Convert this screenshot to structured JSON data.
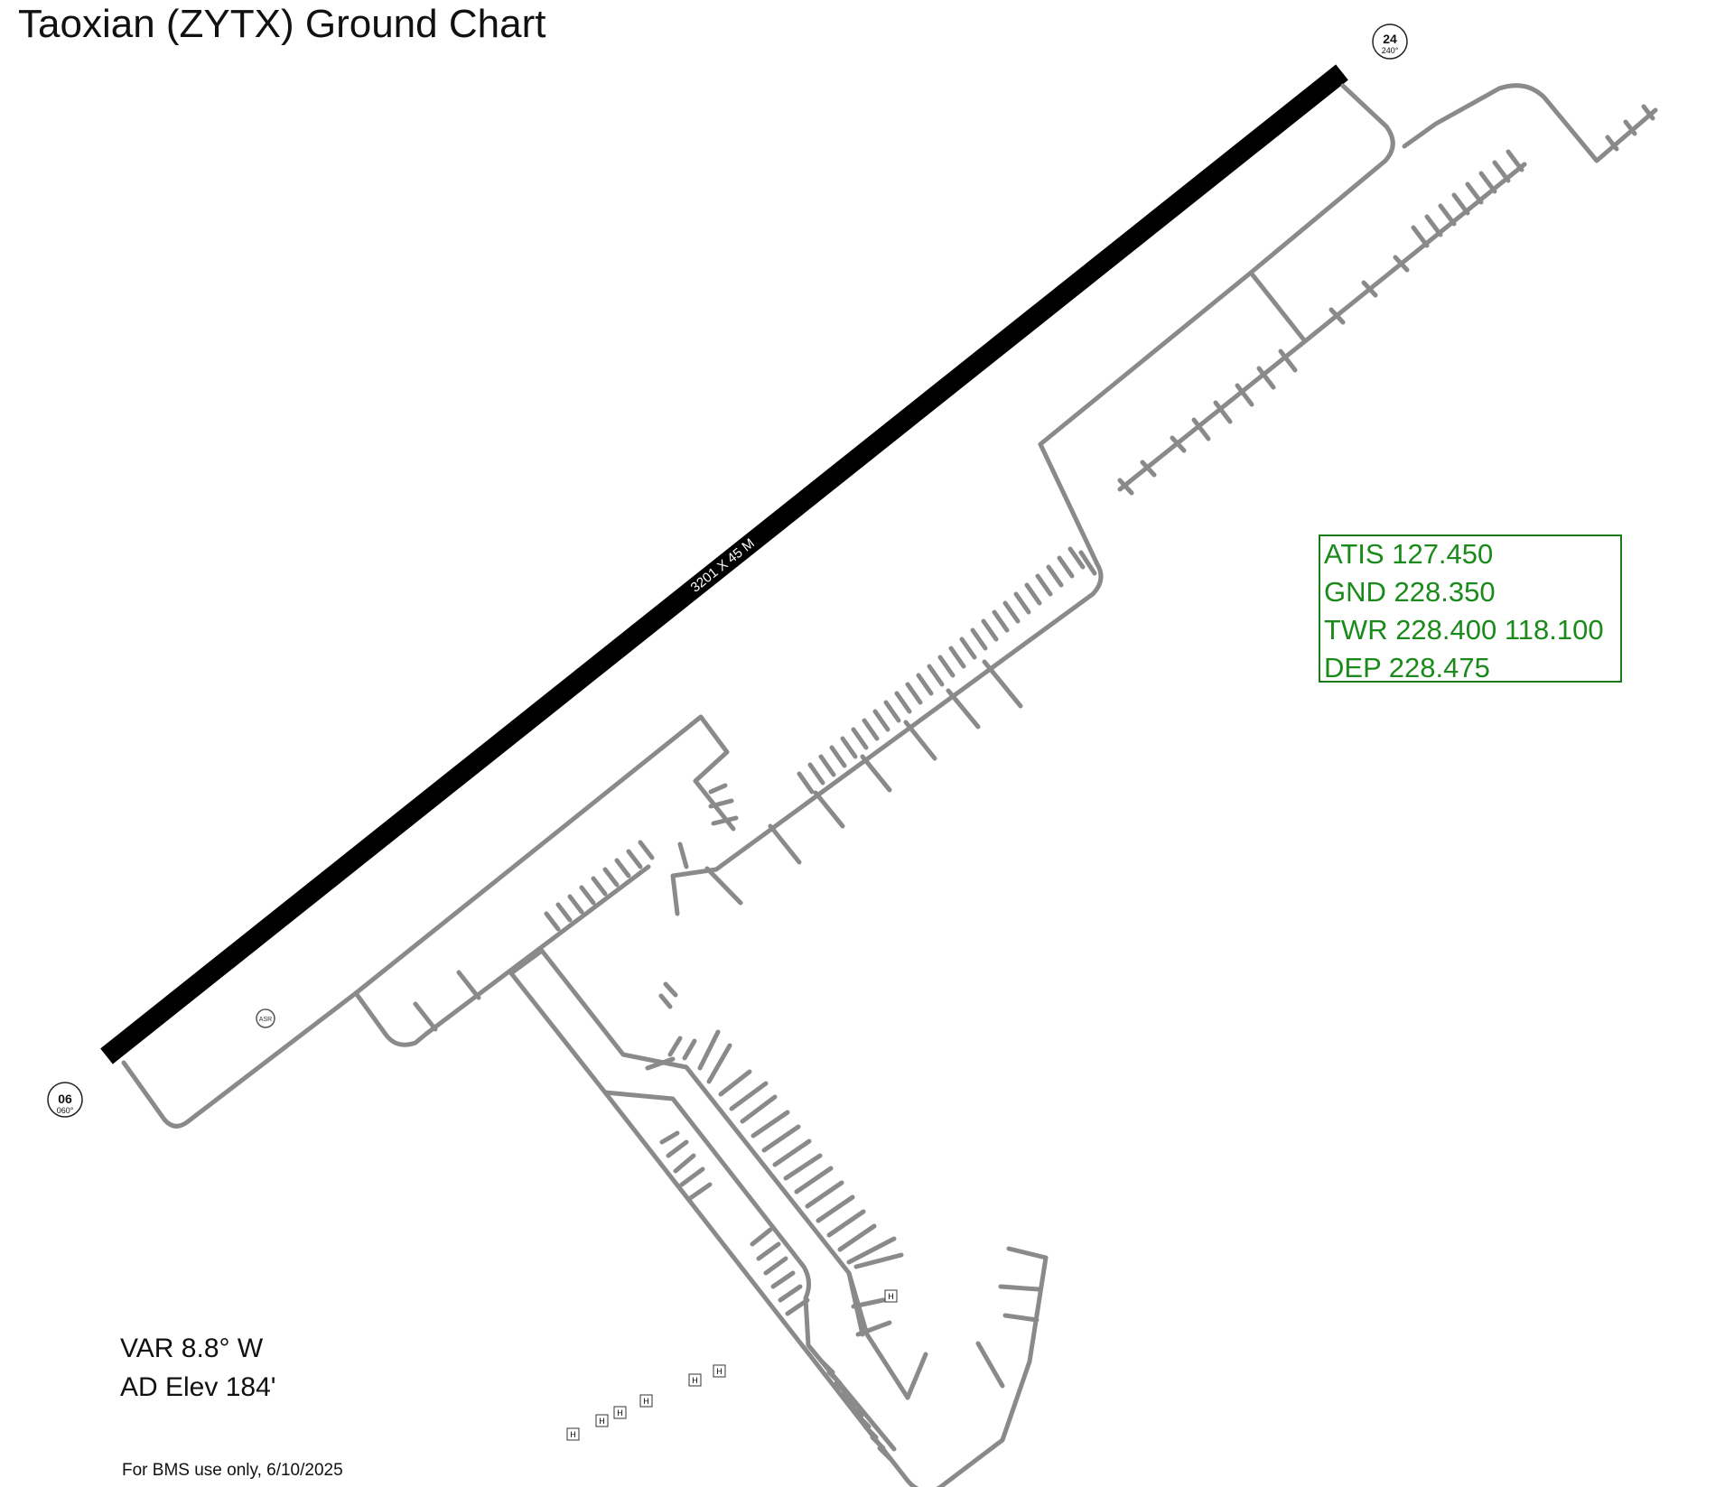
{
  "title": "Taoxian (ZYTX) Ground Chart",
  "runway": {
    "dimensions_label": "3201 X 45 M",
    "end_06": {
      "number": "06",
      "heading": "060°"
    },
    "end_24": {
      "number": "24",
      "heading": "240°"
    }
  },
  "asr_label": "ASR",
  "helipad_label": "H",
  "frequencies": [
    "ATIS 127.450",
    "GND 228.350",
    "TWR 228.400 118.100",
    "DEP 228.475"
  ],
  "info": {
    "variation": "VAR 8.8° W",
    "elevation": "AD Elev 184'"
  },
  "footer": "For BMS  use only, 6/10/2025",
  "colors": {
    "runway": "#000000",
    "taxiway": "#8a8a8a",
    "frequency_text": "#1a8a1a"
  }
}
